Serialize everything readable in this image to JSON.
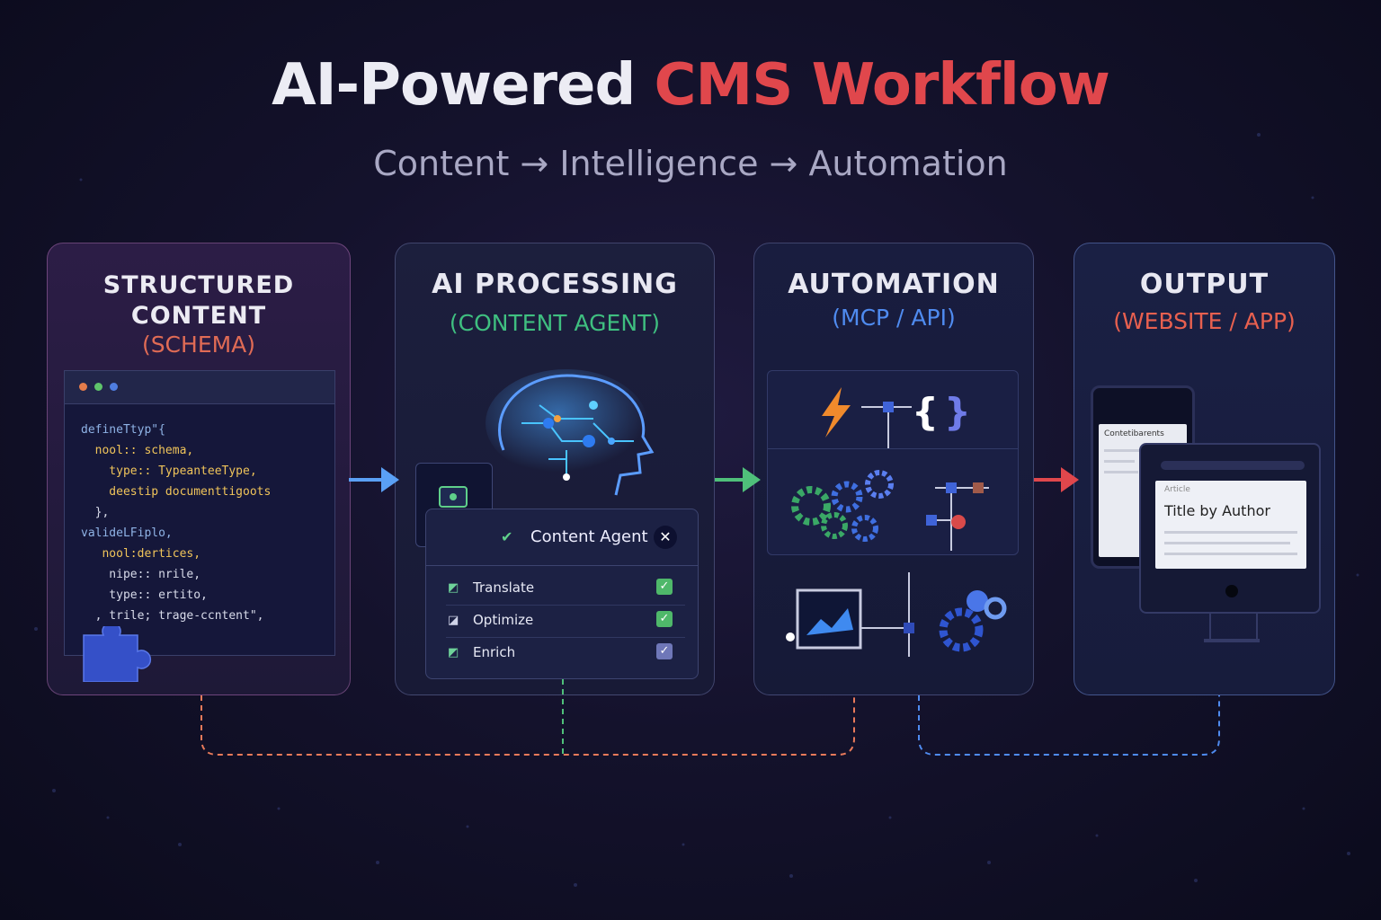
{
  "title": {
    "part1": "AI-Powered",
    "part2": "CMS Workflow"
  },
  "subtitle": "Content → Intelligence → Automation",
  "panels": {
    "structured": {
      "title_line1": "STRUCTURED",
      "title_line2": "CONTENT",
      "subtitle": "(SCHEMA)",
      "code": [
        "defineTtyp\"{",
        "  nool:: schema,",
        "    type:: TypeanteeType,",
        "    deestip documenttigoots",
        "  },",
        "valideLFiplo,",
        "   nool:dertices,",
        "    nipe:: nrile,",
        "    type:: ertito,",
        "  , trile; trage-ccntent\","
      ]
    },
    "ai": {
      "title": "AI PROCESSING",
      "subtitle": "(CONTENT AGENT)",
      "agent_title": "Content Agent",
      "tasks": [
        "Translate",
        "Optimize",
        "Enrich"
      ]
    },
    "automation": {
      "title": "AUTOMATION",
      "subtitle": "(MCP / API)"
    },
    "output": {
      "title": "OUTPUT",
      "subtitle": "(WEBSITE / APP)",
      "phone_text": "Contetibarents",
      "monitor_text": "Article",
      "monitor_title": "Title by Author"
    }
  },
  "colors": {
    "accent_red": "#e0474c",
    "schema_orange": "#e06b55",
    "agent_green": "#3fbf80",
    "api_blue": "#4f8bf0",
    "website_orange": "#e8604f"
  },
  "icons": [
    "puzzle-icon",
    "brain-icon",
    "robot-icon",
    "lightning-icon",
    "braces-icon",
    "gears-icon",
    "chart-icon",
    "phone-icon",
    "monitor-icon"
  ]
}
